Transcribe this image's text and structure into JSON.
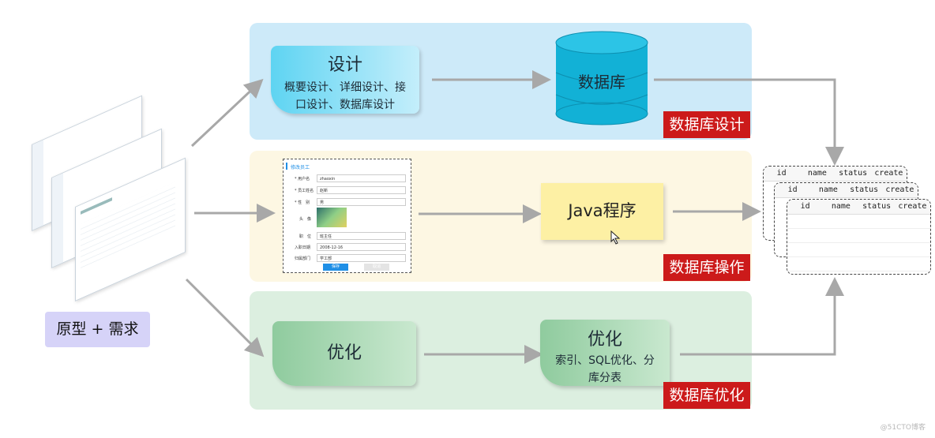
{
  "nodes": {
    "design": {
      "title": "设计",
      "subtitle": "概要设计、详细设计、接口设计、数据库设计"
    },
    "database": {
      "label": "数据库"
    },
    "java": {
      "label": "Java程序"
    },
    "optimize_left": {
      "label": "优化"
    },
    "optimize_right": {
      "title": "优化",
      "subtitle": "索引、SQL优化、分库分表"
    },
    "prototype": {
      "label": "原型 + 需求"
    }
  },
  "tags": {
    "design": "数据库设计",
    "operate": "数据库操作",
    "optimize": "数据库优化"
  },
  "table": {
    "columns": [
      "id",
      "name",
      "status",
      "create"
    ]
  },
  "form": {
    "title": "修改员工",
    "fields": [
      {
        "label": "* 用户名",
        "value": "zhaoxin"
      },
      {
        "label": "* 员工姓名",
        "value": "赵新"
      },
      {
        "label": "* 性　别",
        "value": "男"
      },
      {
        "label": "头　像",
        "value": ""
      },
      {
        "label": "职　位",
        "value": "班主任"
      },
      {
        "label": "入职日期",
        "value": "2008-12-16"
      },
      {
        "label": "归属部门",
        "value": "学工部"
      }
    ],
    "save": "保存",
    "cancel": "取消"
  },
  "watermark": "@51CTO博客",
  "colors": {
    "arrow": "#a8a8a8",
    "tag": "#cc1a1a",
    "cylinder": "#12b1d6"
  }
}
